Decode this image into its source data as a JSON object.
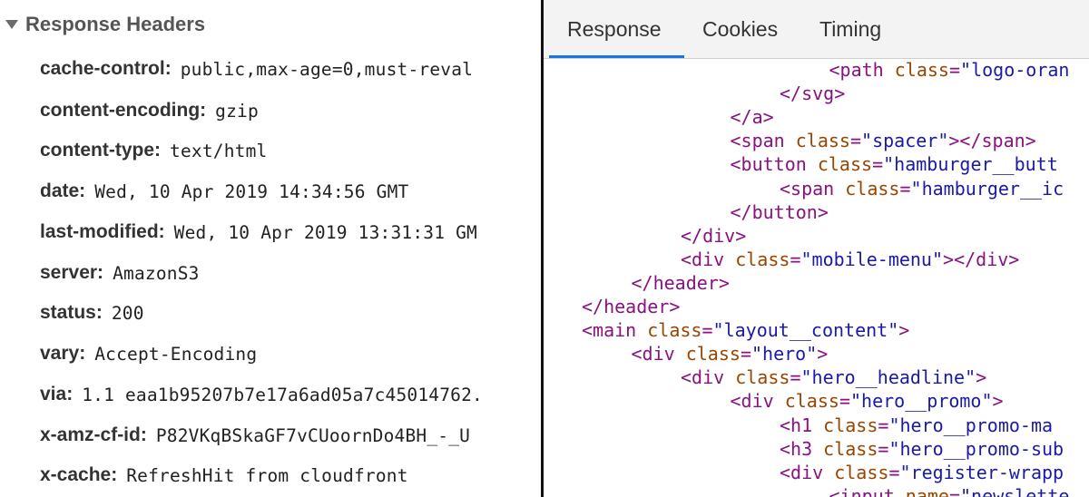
{
  "left_panel": {
    "section_title": "Response Headers",
    "headers": [
      {
        "name": "cache-control:",
        "value": "public,max-age=0,must-reval"
      },
      {
        "name": "content-encoding:",
        "value": "gzip"
      },
      {
        "name": "content-type:",
        "value": "text/html"
      },
      {
        "name": "date:",
        "value": "Wed, 10 Apr 2019 14:34:56 GMT"
      },
      {
        "name": "last-modified:",
        "value": "Wed, 10 Apr 2019 13:31:31 GM"
      },
      {
        "name": "server:",
        "value": "AmazonS3"
      },
      {
        "name": "status:",
        "value": "200"
      },
      {
        "name": "vary:",
        "value": "Accept-Encoding"
      },
      {
        "name": "via:",
        "value": "1.1 eaa1b95207b7e17a6ad05a7c45014762."
      },
      {
        "name": "x-amz-cf-id:",
        "value": "P82VKqBSkaGF7vCUoornDo4BH_-_U"
      },
      {
        "name": "x-cache:",
        "value": "RefreshHit from cloudfront"
      }
    ]
  },
  "right_panel": {
    "tabs": [
      {
        "label": "Response",
        "active": true
      },
      {
        "label": "Cookies",
        "active": false
      },
      {
        "label": "Timing",
        "active": false
      }
    ],
    "accent_color": "#1a73e8",
    "code_lines": [
      {
        "indent": 5,
        "segs": [
          [
            "t",
            "<path"
          ],
          [
            "t",
            " "
          ],
          [
            "a",
            "class"
          ],
          [
            "t",
            "="
          ],
          [
            "v",
            "\"logo-oran"
          ]
        ]
      },
      {
        "indent": 4,
        "segs": [
          [
            "t",
            "</svg>"
          ]
        ]
      },
      {
        "indent": 3,
        "segs": [
          [
            "t",
            "</a>"
          ]
        ]
      },
      {
        "indent": 3,
        "segs": [
          [
            "t",
            "<span"
          ],
          [
            "t",
            " "
          ],
          [
            "a",
            "class"
          ],
          [
            "t",
            "="
          ],
          [
            "v",
            "\"spacer\""
          ],
          [
            "t",
            "></span>"
          ]
        ]
      },
      {
        "indent": 3,
        "segs": [
          [
            "t",
            "<button"
          ],
          [
            "t",
            " "
          ],
          [
            "a",
            "class"
          ],
          [
            "t",
            "="
          ],
          [
            "v",
            "\"hamburger__butt"
          ]
        ]
      },
      {
        "indent": 4,
        "segs": [
          [
            "t",
            "<span"
          ],
          [
            "t",
            " "
          ],
          [
            "a",
            "class"
          ],
          [
            "t",
            "="
          ],
          [
            "v",
            "\"hamburger__ic"
          ]
        ]
      },
      {
        "indent": 3,
        "segs": [
          [
            "t",
            "</button>"
          ]
        ]
      },
      {
        "indent": 2,
        "segs": [
          [
            "t",
            "</div>"
          ]
        ]
      },
      {
        "indent": 2,
        "segs": [
          [
            "t",
            "<div"
          ],
          [
            "t",
            " "
          ],
          [
            "a",
            "class"
          ],
          [
            "t",
            "="
          ],
          [
            "v",
            "\"mobile-menu\""
          ],
          [
            "t",
            "></div>"
          ]
        ]
      },
      {
        "indent": 1,
        "segs": [
          [
            "t",
            "</header>"
          ]
        ]
      },
      {
        "indent": 0,
        "segs": [
          [
            "t",
            "</header>"
          ]
        ]
      },
      {
        "indent": 0,
        "segs": [
          [
            "t",
            "<main"
          ],
          [
            "t",
            " "
          ],
          [
            "a",
            "class"
          ],
          [
            "t",
            "="
          ],
          [
            "v",
            "\"layout__content\""
          ],
          [
            "t",
            ">"
          ]
        ]
      },
      {
        "indent": 1,
        "segs": [
          [
            "t",
            "<div"
          ],
          [
            "t",
            " "
          ],
          [
            "a",
            "class"
          ],
          [
            "t",
            "="
          ],
          [
            "v",
            "\"hero\""
          ],
          [
            "t",
            ">"
          ]
        ]
      },
      {
        "indent": 2,
        "segs": [
          [
            "t",
            "<div"
          ],
          [
            "t",
            " "
          ],
          [
            "a",
            "class"
          ],
          [
            "t",
            "="
          ],
          [
            "v",
            "\"hero__headline\""
          ],
          [
            "t",
            ">"
          ]
        ]
      },
      {
        "indent": 3,
        "segs": [
          [
            "t",
            "<div"
          ],
          [
            "t",
            " "
          ],
          [
            "a",
            "class"
          ],
          [
            "t",
            "="
          ],
          [
            "v",
            "\"hero__promo\""
          ],
          [
            "t",
            ">"
          ]
        ]
      },
      {
        "indent": 4,
        "segs": [
          [
            "t",
            "<h1"
          ],
          [
            "t",
            " "
          ],
          [
            "a",
            "class"
          ],
          [
            "t",
            "="
          ],
          [
            "v",
            "\"hero__promo-ma"
          ]
        ]
      },
      {
        "indent": 4,
        "segs": [
          [
            "t",
            "<h3"
          ],
          [
            "t",
            " "
          ],
          [
            "a",
            "class"
          ],
          [
            "t",
            "="
          ],
          [
            "v",
            "\"hero__promo-sub"
          ]
        ]
      },
      {
        "indent": 4,
        "segs": [
          [
            "t",
            "<div"
          ],
          [
            "t",
            " "
          ],
          [
            "a",
            "class"
          ],
          [
            "t",
            "="
          ],
          [
            "v",
            "\"register-wrapp"
          ]
        ]
      },
      {
        "indent": 5,
        "segs": [
          [
            "t",
            "<input"
          ],
          [
            "t",
            " "
          ],
          [
            "a",
            "name"
          ],
          [
            "t",
            "="
          ],
          [
            "v",
            "\"newslette"
          ]
        ]
      }
    ]
  }
}
